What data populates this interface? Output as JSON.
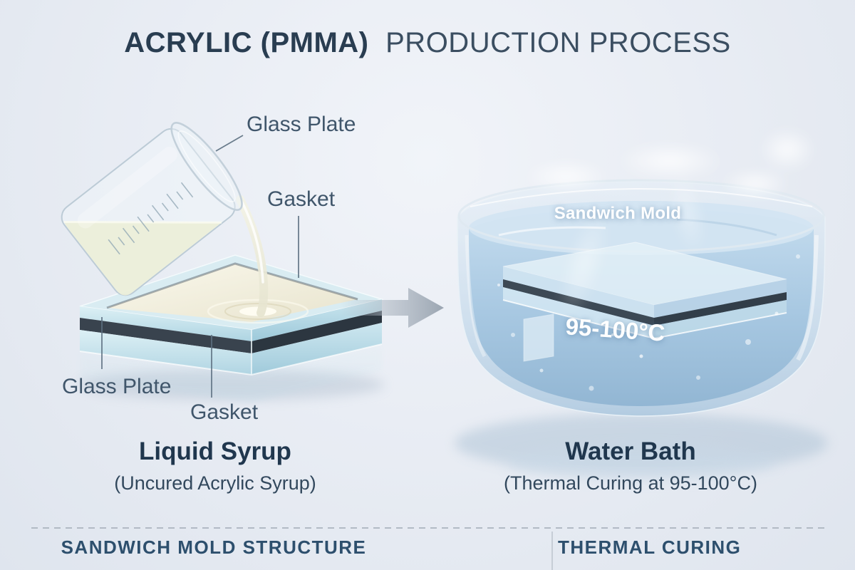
{
  "title": {
    "bold": "ACRYLIC (PMMA)",
    "light": "PRODUCTION PROCESS"
  },
  "left_panel": {
    "labels": {
      "glass_plate_top": "Glass Plate",
      "gasket_top": "Gasket",
      "glass_plate_bottom": "Glass Plate",
      "gasket_bottom": "Gasket"
    },
    "caption": "Liquid Syrup",
    "subcaption": "(Uncured Acrylic Syrup)"
  },
  "right_panel": {
    "mold_label": "Sandwich Mold",
    "temperature": "95-100°C",
    "caption": "Water Bath",
    "subcaption": "(Thermal Curing at 95-100°C)"
  },
  "footer": {
    "left_title": "SANDWICH MOLD STRUCTURE",
    "right_title": "THERMAL CURING"
  },
  "colors": {
    "background": "#e9edf4",
    "title_dark": "#293d51",
    "label_text": "#40566b",
    "caption_dark": "#20374e",
    "footer_text": "#2d4f6d",
    "white_label": "#ffffff",
    "gasket_dark": "#39434e",
    "glass_light": "#d9ecf2",
    "water_blue": "#a3c5e0",
    "syrup_cream": "#ece8d2",
    "arrow_gray": "#9aa5b1"
  }
}
